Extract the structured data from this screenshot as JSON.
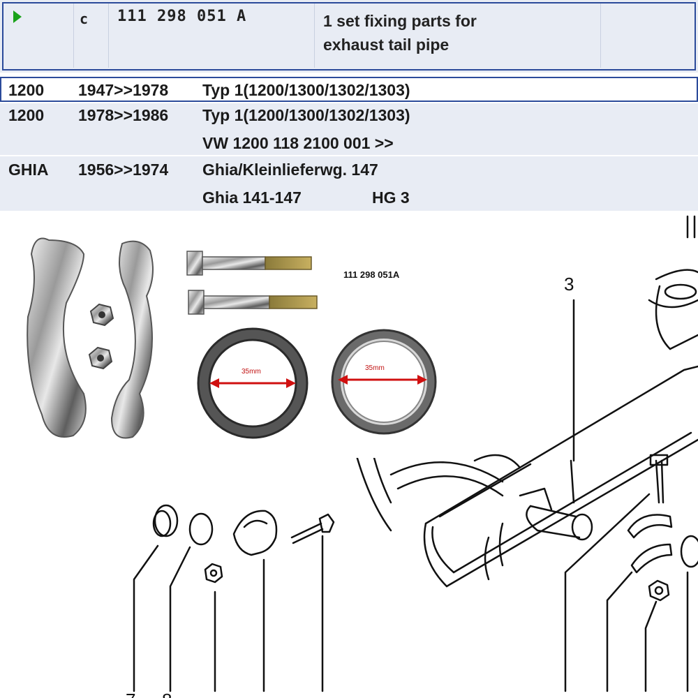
{
  "part": {
    "code": "c",
    "part_number": "111 298 051 A",
    "description_line1": "1 set fixing parts for",
    "description_line2": "exhaust tail pipe"
  },
  "fitments": [
    {
      "model": "1200",
      "years": "1947>>1978",
      "type": "Typ 1(1200/1300/1302/1303)",
      "note": "",
      "extra": ""
    },
    {
      "model": "1200",
      "years": "1978>>1986",
      "type": "Typ 1(1200/1300/1302/1303)",
      "note": "VW 1200  118 2100 001 >>",
      "extra": ""
    },
    {
      "model": "GHIA",
      "years": "1956>>1974",
      "type": "Ghia/Kleinlieferwg. 147",
      "note": "Ghia 141-147",
      "extra": "HG 3"
    }
  ],
  "photo": {
    "part_label": "111 298 051A",
    "gasket_dimension_1": "35mm",
    "gasket_dimension_2": "35mm"
  },
  "diagram": {
    "callout_main": "3"
  },
  "colors": {
    "selection_border": "#2b4a9a",
    "row_background": "#e8ecf4",
    "arrow": "#1aa21a",
    "dimension_arrow": "#d01010"
  }
}
